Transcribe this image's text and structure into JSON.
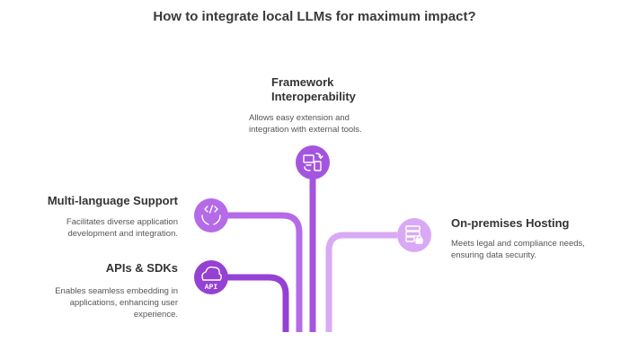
{
  "title": "How to integrate local LLMs for maximum impact?",
  "colors": {
    "dark_purple": "#9541d3",
    "mid_purple": "#b56ae8",
    "light_purple": "#d9a9f5"
  },
  "items": {
    "framework": {
      "title_line1": "Framework",
      "title_line2": "Interoperability",
      "desc_line1": "Allows easy extension and",
      "desc_line2": "integration with external tools.",
      "icon": "devices-sync-icon"
    },
    "multilang": {
      "title": "Multi-language Support",
      "desc_line1": "Facilitates diverse application",
      "desc_line2": "development and integration.",
      "icon": "code-hands-icon"
    },
    "apis": {
      "title": "APIs & SDKs",
      "desc_line1": "Enables seamless embedding in",
      "desc_line2": "applications, enhancing user",
      "desc_line3": "experience.",
      "icon": "cloud-api-icon",
      "icon_text": "API"
    },
    "onprem": {
      "title": "On-premises Hosting",
      "desc_line1": "Meets legal and compliance needs,",
      "desc_line2": "ensuring data security.",
      "icon": "server-lock-icon"
    }
  }
}
